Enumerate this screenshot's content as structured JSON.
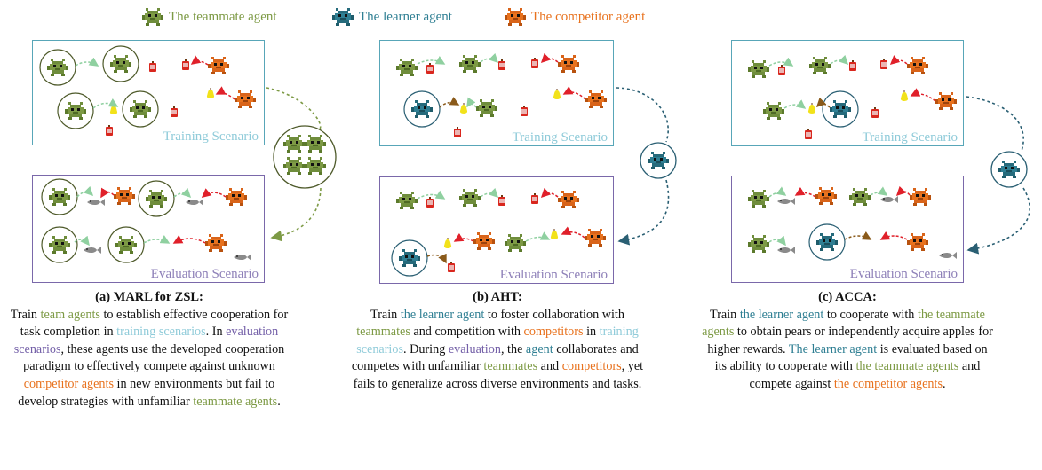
{
  "legend": {
    "teammate": "The teammate agent",
    "learner": "The learner agent",
    "competitor": "The competitor agent"
  },
  "colors": {
    "teammate": "#7d9a45",
    "learner": "#2f7f93",
    "competitor": "#e8721e",
    "training_border": "#58a6b8",
    "evaluation_border": "#7a68aa",
    "training_text": "#8fcbd9",
    "evaluation_text": "#8e80b8"
  },
  "scenarios": {
    "training": "Training Scenario",
    "evaluation": "Evaluation Scenario"
  },
  "panels": [
    {
      "heading": "(a) MARL for ZSL:",
      "caption": [
        [
          "Train ",
          "k"
        ],
        [
          "team agents",
          "g"
        ],
        [
          " to establish effective cooperation for task completion in ",
          "k"
        ],
        [
          "training scenarios",
          "bl"
        ],
        [
          ". In ",
          "k"
        ],
        [
          "evaluation scenarios",
          "p"
        ],
        [
          ", these agents use the developed cooperation paradigm to effectively compete against unknown ",
          "k"
        ],
        [
          "competitor agents",
          "o"
        ],
        [
          " in new environments but fail to develop strategies with unfamiliar ",
          "k"
        ],
        [
          "teammate agents",
          "g"
        ],
        [
          ".",
          "k"
        ]
      ]
    },
    {
      "heading": "(b) AHT:",
      "caption": [
        [
          "Train ",
          "k"
        ],
        [
          "the learner agent",
          "b"
        ],
        [
          " to foster collaboration with ",
          "k"
        ],
        [
          "teammates",
          "g"
        ],
        [
          " and competition with ",
          "k"
        ],
        [
          "competitors",
          "o"
        ],
        [
          " in ",
          "k"
        ],
        [
          "training scenarios",
          "bl"
        ],
        [
          ". During ",
          "k"
        ],
        [
          "evaluation",
          "p"
        ],
        [
          ", the ",
          "k"
        ],
        [
          "agent",
          "b"
        ],
        [
          " collaborates and competes with unfamiliar ",
          "k"
        ],
        [
          "teammates",
          "g"
        ],
        [
          " and ",
          "k"
        ],
        [
          "competitors",
          "o"
        ],
        [
          ", yet fails to generalize across diverse environments and tasks.",
          "k"
        ]
      ]
    },
    {
      "heading": "(c) ACCA:",
      "caption": [
        [
          "Train ",
          "k"
        ],
        [
          "the learner agent",
          "b"
        ],
        [
          " to cooperate with ",
          "k"
        ],
        [
          "the teammate agents",
          "g"
        ],
        [
          " to obtain pears or independently acquire apples for higher rewards. ",
          "k"
        ],
        [
          "The learner agent",
          "b"
        ],
        [
          " is evaluated based on its ability to cooperate with ",
          "k"
        ],
        [
          "the teammate agents",
          "g"
        ],
        [
          " and compete against ",
          "k"
        ],
        [
          "the competitor agents",
          "o"
        ],
        [
          ".",
          "k"
        ]
      ]
    }
  ]
}
